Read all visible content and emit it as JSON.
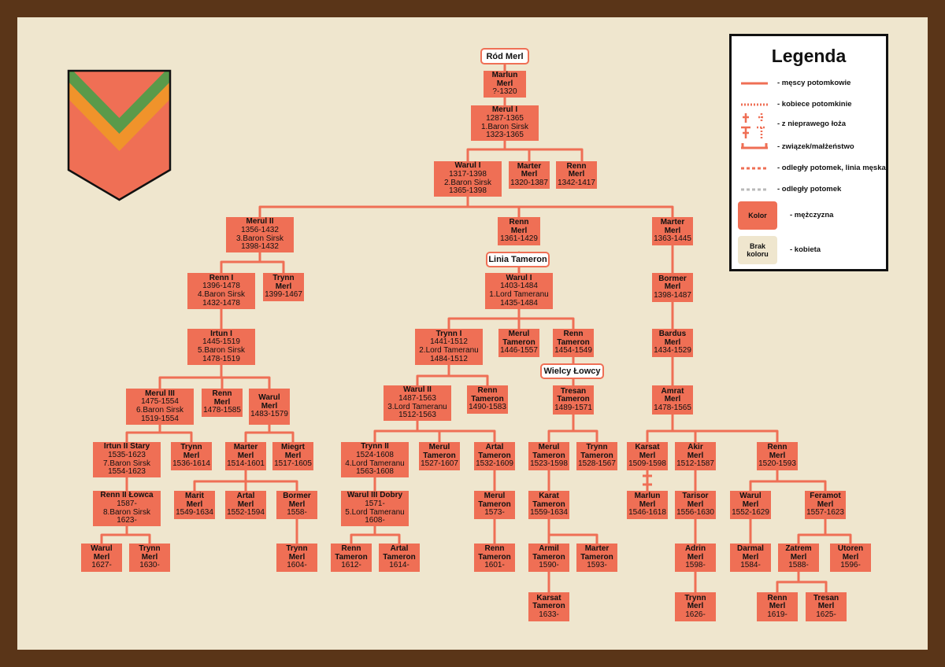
{
  "title": "Ród Merl",
  "branch_labels": {
    "tameron": "Linia Tameron",
    "lowcy": "Wielcy Łowcy"
  },
  "colors": {
    "frame": "#5a3518",
    "background": "#efe6ce",
    "node": "#ef6f55",
    "line": "#ef6f55",
    "shield_red": "#ef6f55",
    "shield_green": "#5a9a4a",
    "shield_orange": "#f0932b"
  },
  "legend": {
    "title": "Legenda",
    "items": [
      {
        "style": "solid",
        "text": "- męscy potomkowie"
      },
      {
        "style": "dotted",
        "text": "- kobiece potomkinie"
      },
      {
        "style": "bastard",
        "text": "- z nieprawego łoża"
      },
      {
        "style": "marriage",
        "text": "- związek/małżeństwo"
      },
      {
        "style": "dashed",
        "text": "- odległy potomek, linia męska"
      },
      {
        "style": "dashed-grey",
        "text": "- odległy potomek"
      }
    ],
    "color_box": {
      "label": "Kolor",
      "text": "- mężczyzna"
    },
    "nocolor_box": {
      "label": "Brak koloru",
      "text": "- kobieta"
    }
  },
  "people": {
    "marlun": [
      "Marlun",
      "Merl",
      "?-1320"
    ],
    "merul1": [
      "Merul I",
      "1287-1365",
      "1.Baron Sirsk",
      "1323-1365"
    ],
    "warul1": [
      "Warul I",
      "1317-1398",
      "2.Baron Sirsk",
      "1365-1398"
    ],
    "marter1": [
      "Marter",
      "Merl",
      "1320-1387"
    ],
    "renn1": [
      "Renn",
      "Merl",
      "1342-1417"
    ],
    "merul2": [
      "Merul II",
      "1356-1432",
      "3.Baron Sirsk",
      "1398-1432"
    ],
    "renn2": [
      "Renn",
      "Merl",
      "1361-1429"
    ],
    "marter2": [
      "Marter",
      "Merl",
      "1363-1445"
    ],
    "rennI": [
      "Renn I",
      "1396-1478",
      "4.Baron Sirsk",
      "1432-1478"
    ],
    "trynn1": [
      "Trynn",
      "Merl",
      "1399-1467"
    ],
    "irtun1": [
      "Irtun I",
      "1445-1519",
      "5.Baron Sirsk",
      "1478-1519"
    ],
    "merul3": [
      "Merul III",
      "1475-1554",
      "6.Baron Sirsk",
      "1519-1554"
    ],
    "renn3": [
      "Renn",
      "Merl",
      "1478-1585"
    ],
    "warul2": [
      "Warul",
      "Merl",
      "1483-1579"
    ],
    "irtun2": [
      "Irtun II Stary",
      "1535-1623",
      "7.Baron Sirsk",
      "1554-1623"
    ],
    "trynn2": [
      "Trynn",
      "Merl",
      "1536-1614"
    ],
    "marter3": [
      "Marter",
      "Merl",
      "1514-1601"
    ],
    "miegrt": [
      "Miegrt",
      "Merl",
      "1517-1605"
    ],
    "renn2low": [
      "Renn II Łowca",
      "1587-",
      "8.Baron Sirsk",
      "1623-"
    ],
    "marit": [
      "Marit",
      "Merl",
      "1549-1634"
    ],
    "artal1": [
      "Artal",
      "Merl",
      "1552-1594"
    ],
    "bormer1": [
      "Bormer",
      "Merl",
      "1558-"
    ],
    "warul3": [
      "Warul",
      "Merl",
      "1627-"
    ],
    "trynn3": [
      "Trynn",
      "Merl",
      "1630-"
    ],
    "trynn4": [
      "Trynn",
      "Merl",
      "1604-"
    ],
    "warulT": [
      "Warul I",
      "1403-1484",
      "1.Lord Tameranu",
      "1435-1484"
    ],
    "trynnT": [
      "Trynn I",
      "1441-1512",
      "2.Lord Tameranu",
      "1484-1512"
    ],
    "merulT": [
      "Merul",
      "Tameron",
      "1446-1557"
    ],
    "rennT": [
      "Renn",
      "Tameron",
      "1454-1549"
    ],
    "warul2T": [
      "Warul II",
      "1487-1563",
      "3.Lord Tameranu",
      "1512-1563"
    ],
    "rennT2": [
      "Renn",
      "Tameron",
      "1490-1583"
    ],
    "tresan1": [
      "Tresan",
      "Tameron",
      "1489-1571"
    ],
    "trynn2T": [
      "Trynn II",
      "1524-1608",
      "4.Lord Tameranu",
      "1563-1608"
    ],
    "merulT2": [
      "Merul",
      "Tameron",
      "1527-1607"
    ],
    "artalT": [
      "Artal",
      "Tameron",
      "1532-1609"
    ],
    "warul3T": [
      "Warul III Dobry",
      "1571-",
      "5.Lord Tameranu",
      "1608-"
    ],
    "merulT3": [
      "Merul",
      "Tameron",
      "1573-"
    ],
    "rennT3": [
      "Renn",
      "Tameron",
      "1612-"
    ],
    "artalT2": [
      "Artal",
      "Tameron",
      "1614-"
    ],
    "rennT4": [
      "Renn",
      "Tameron",
      "1601-"
    ],
    "merulT4": [
      "Merul",
      "Tameron",
      "1523-1598"
    ],
    "trynnT3": [
      "Trynn",
      "Tameron",
      "1528-1567"
    ],
    "karatT": [
      "Karat",
      "Tameron",
      "1559-1634"
    ],
    "armilT": [
      "Armil",
      "Tameron",
      "1590-"
    ],
    "marterT": [
      "Marter",
      "Tameron",
      "1593-"
    ],
    "karsatT": [
      "Karsat",
      "Tameron",
      "1633-"
    ],
    "bormer2": [
      "Bormer",
      "Merl",
      "1398-1487"
    ],
    "bardus": [
      "Bardus",
      "Merl",
      "1434-1529"
    ],
    "amrat": [
      "Amrat",
      "Merl",
      "1478-1565"
    ],
    "karsat": [
      "Karsat",
      "Merl",
      "1509-1598"
    ],
    "akir": [
      "Akir",
      "Merl",
      "1512-1587"
    ],
    "renn4": [
      "Renn",
      "Merl",
      "1520-1593"
    ],
    "marlun2": [
      "Marlun",
      "Merl",
      "1546-1618"
    ],
    "tarisor": [
      "Tarisor",
      "Merl",
      "1556-1630"
    ],
    "warul4": [
      "Warul",
      "Merl",
      "1552-1629"
    ],
    "feramot": [
      "Feramot",
      "Merl",
      "1557-1623"
    ],
    "adrin": [
      "Adrin",
      "Merl",
      "1598-"
    ],
    "darmal": [
      "Darmal",
      "Merl",
      "1584-"
    ],
    "zatrem": [
      "Zatrem",
      "Merl",
      "1588-"
    ],
    "utoren": [
      "Utoren",
      "Merl",
      "1596-"
    ],
    "trynn5": [
      "Trynn",
      "Merl",
      "1626-"
    ],
    "renn5": [
      "Renn",
      "Merl",
      "1619-"
    ],
    "tresan2": [
      "Tresan",
      "Merl",
      "1625-"
    ]
  }
}
